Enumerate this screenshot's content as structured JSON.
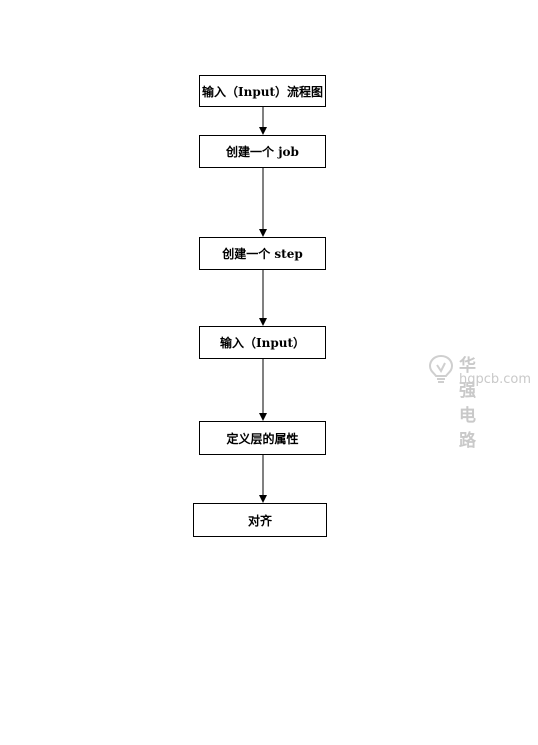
{
  "flowchart": {
    "steps": [
      {
        "label": "输入（Input）流程图"
      },
      {
        "label": "创建一个 job"
      },
      {
        "label": "创建一个 step"
      },
      {
        "label": "输入（Input）"
      },
      {
        "label": "定义层的属性"
      },
      {
        "label": "对齐"
      }
    ]
  },
  "watermark": {
    "title": "华强电路",
    "url": "hqpcb.com",
    "icon": "lightbulb-logo-icon"
  }
}
